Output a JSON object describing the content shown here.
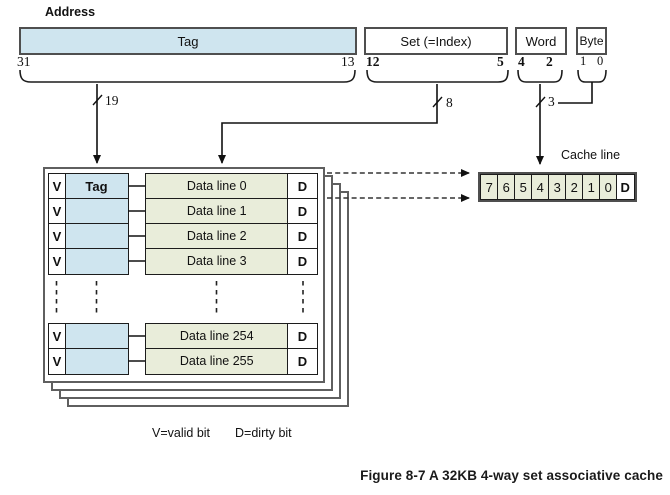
{
  "address": {
    "label": "Address",
    "fields": [
      {
        "name": "Tag",
        "high_bit": "31",
        "low_bit": "13",
        "width_bits": "19"
      },
      {
        "name": "Set (=Index)",
        "high_bit": "12",
        "low_bit": "5",
        "width_bits": "8"
      },
      {
        "name": "Word",
        "high_bit": "4",
        "low_bit": "2",
        "width_bits": "3"
      },
      {
        "name": "Byte",
        "high_bit": "1",
        "low_bit": "0"
      }
    ]
  },
  "cache": {
    "labels": {
      "v": "V",
      "d": "D",
      "tag": "Tag"
    },
    "rows": [
      {
        "tag": "Tag",
        "data": "Data line 0"
      },
      {
        "tag": "",
        "data": "Data line 1"
      },
      {
        "tag": "",
        "data": "Data line 2"
      },
      {
        "tag": "",
        "data": "Data line 3"
      },
      {
        "tag": "",
        "data": "Data line 254"
      },
      {
        "tag": "",
        "data": "Data line 255"
      }
    ]
  },
  "cache_line": {
    "label": "Cache line",
    "cells": [
      "7",
      "6",
      "5",
      "4",
      "3",
      "2",
      "1",
      "0",
      "D"
    ]
  },
  "legend": {
    "v": "V=valid bit",
    "d": "D=dirty bit"
  },
  "caption": "Figure 8-7 A 32KB 4-way set associative cache",
  "colors": {
    "field_blue": "#cfe5ef",
    "line_green": "#e9edda",
    "border_dark": "#1c1c1c",
    "border_gray": "#5f5f5f"
  }
}
